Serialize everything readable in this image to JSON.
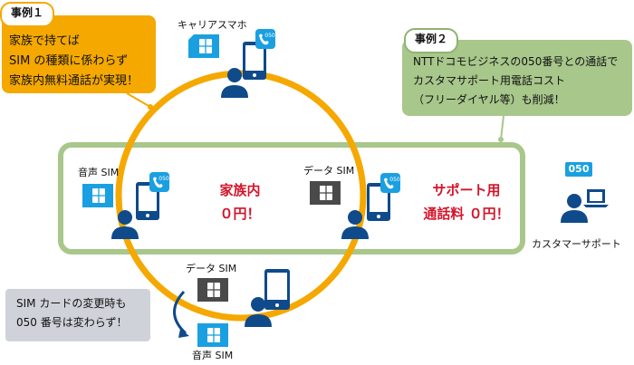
{
  "case1": {
    "tag": "事例１",
    "lines": [
      "家族で持てば",
      "SIM の種類に係わらず",
      "家族内無料通話が実現！"
    ],
    "color": "#f5a800"
  },
  "case2": {
    "tag": "事例２",
    "lines": [
      "NTTドコモビジネスの050番号との通話で",
      "カスタマサポート用電話コスト",
      "（フリーダイヤル等）も削減！"
    ],
    "color": "#a8c78b"
  },
  "labels": {
    "carrier_phone": "キャリアスマホ",
    "voice_sim_left": "音声 SIM",
    "data_sim_right": "データ SIM",
    "data_sim_bottom": "データ SIM",
    "voice_sim_bottom": "音声 SIM",
    "customer_support": "カスタマーサポート"
  },
  "family": {
    "line1": "家族内",
    "line2": "０円！"
  },
  "support": {
    "line1": "サポート用",
    "line2": "通話料 ０円！"
  },
  "note": {
    "lines": [
      "SIM カードの変更時も",
      "050 番号は変わらず！"
    ]
  },
  "badges": {
    "number_050": "050",
    "number_050_large": "050"
  },
  "colors": {
    "ring": "#f5a800",
    "network_box": "#8fb36e",
    "person": "#0f4a8a",
    "voice_sim": "#1aa0e0",
    "data_sim": "#4a4a4a",
    "accent_red": "#d3142a"
  },
  "icons": [
    "person-icon",
    "smartphone-icon",
    "phone-call-badge-icon",
    "voice-sim-card-icon",
    "data-sim-card-icon",
    "laptop-icon",
    "curved-arrow-icon"
  ]
}
